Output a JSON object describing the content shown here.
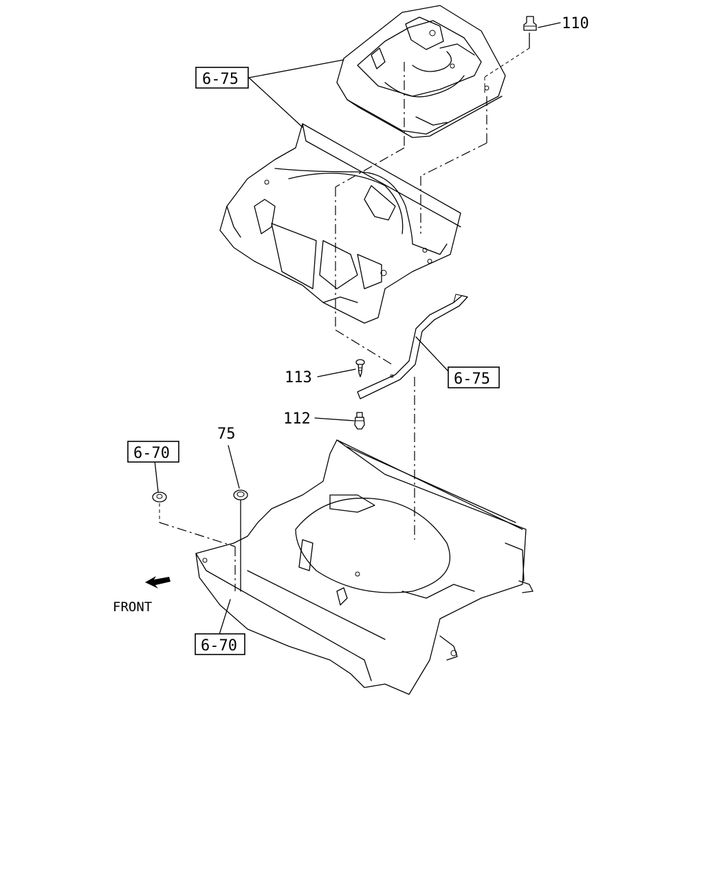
{
  "callouts": {
    "ref_6_75_top": "6-75",
    "ref_6_75_mid": "6-75",
    "ref_6_70_left": "6-70",
    "ref_6_70_bottom": "6-70",
    "part_110": "110",
    "part_113": "113",
    "part_112": "112",
    "part_75": "75"
  },
  "orientation": {
    "front_label": "FRONT"
  }
}
